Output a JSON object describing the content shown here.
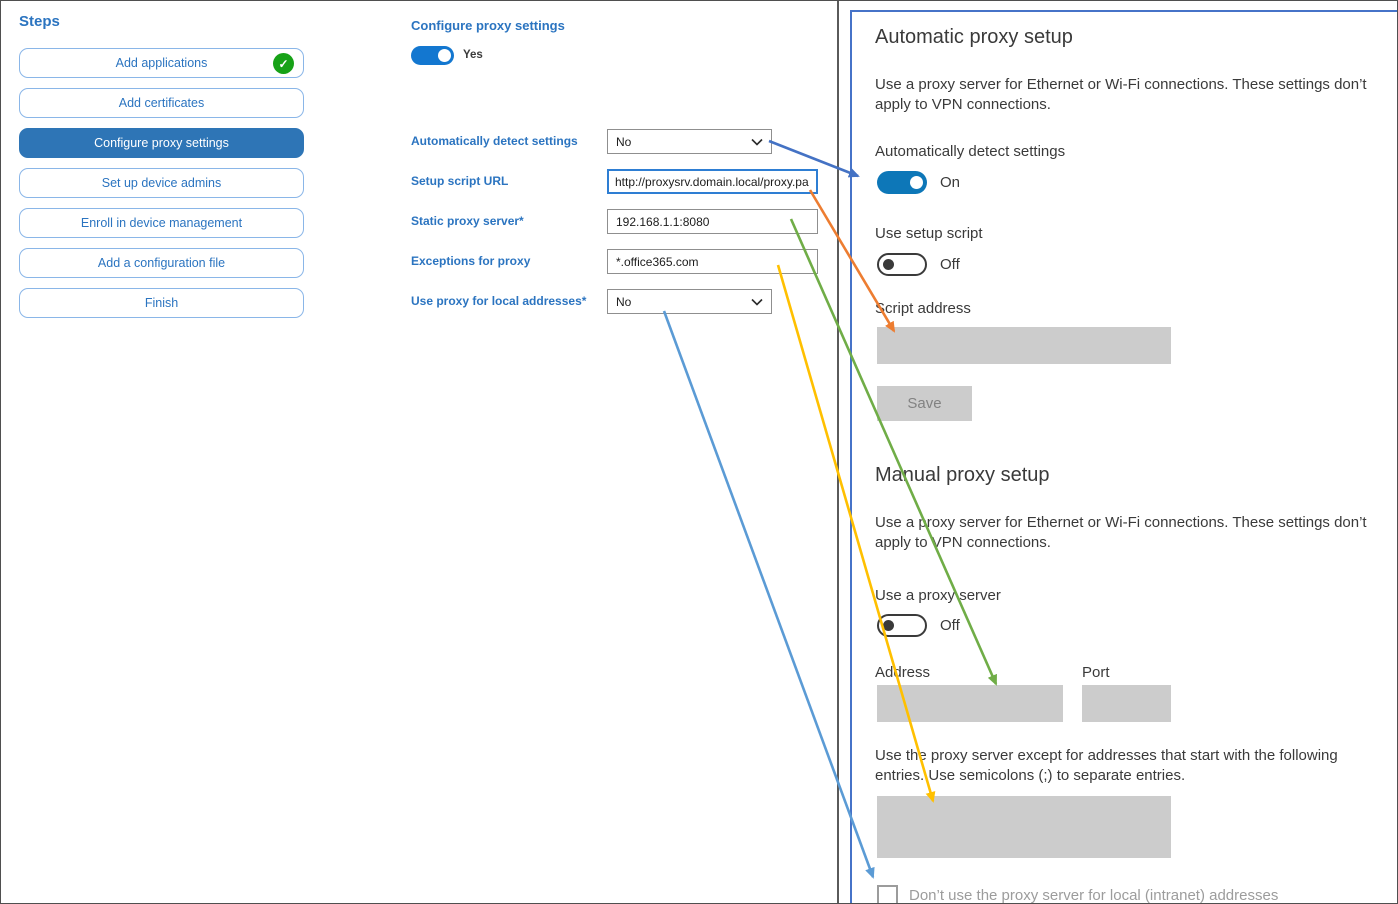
{
  "steps": {
    "title": "Steps",
    "items": [
      {
        "label": "Add applications",
        "completed": true,
        "selected": false
      },
      {
        "label": "Add certificates",
        "completed": false,
        "selected": false
      },
      {
        "label": "Configure proxy settings",
        "completed": false,
        "selected": true
      },
      {
        "label": "Set up device admins",
        "completed": false,
        "selected": false
      },
      {
        "label": "Enroll in device management",
        "completed": false,
        "selected": false
      },
      {
        "label": "Add a configuration file",
        "completed": false,
        "selected": false
      },
      {
        "label": "Finish",
        "completed": false,
        "selected": false
      }
    ]
  },
  "config_panel": {
    "title": "Configure proxy settings",
    "enable_toggle": {
      "state": "on",
      "label": "Yes"
    },
    "fields": [
      {
        "label": "Automatically detect settings",
        "type": "dropdown",
        "value": "No"
      },
      {
        "label": "Setup script URL",
        "type": "text",
        "value": "http://proxysrv.domain.local/proxy.pa",
        "focused": true
      },
      {
        "label": "Static proxy server*",
        "type": "text",
        "value": "192.168.1.1:8080"
      },
      {
        "label": "Exceptions for proxy",
        "type": "text",
        "value": "*.office365.com"
      },
      {
        "label": "Use proxy for local addresses*",
        "type": "dropdown",
        "value": "No"
      }
    ]
  },
  "settings_panel": {
    "automatic": {
      "heading": "Automatic proxy setup",
      "description": "Use a proxy server for Ethernet or Wi-Fi connections. These settings don’t apply to VPN connections.",
      "detect_label": "Automatically detect settings",
      "detect_state": "On",
      "script_toggle_label": "Use setup script",
      "script_state": "Off",
      "script_address_label": "Script address",
      "save_label": "Save"
    },
    "manual": {
      "heading": "Manual proxy setup",
      "description": "Use a proxy server for Ethernet or Wi-Fi connections. These settings don’t apply to VPN connections.",
      "proxy_toggle_label": "Use a proxy server",
      "proxy_state": "Off",
      "address_label": "Address",
      "port_label": "Port",
      "exceptions_text": "Use the proxy server except for addresses that start with the following entries. Use semicolons (;) to separate entries.",
      "local_checkbox_label": "Don’t use the proxy server for local (intranet) addresses",
      "local_checkbox_checked": false
    }
  },
  "arrows": [
    {
      "id": "detect",
      "color": "#4472c4",
      "maps": "Automatically detect settings -> detect toggle"
    },
    {
      "id": "script",
      "color": "#ed7d31",
      "maps": "Setup script URL -> Script address"
    },
    {
      "id": "static-proxy",
      "color": "#70ad47",
      "maps": "Static proxy server -> Address"
    },
    {
      "id": "exceptions",
      "color": "#ffc000",
      "maps": "Exceptions for proxy -> exceptions list"
    },
    {
      "id": "local-addresses",
      "color": "#5b9bd5",
      "maps": "Use proxy for local addresses -> intranet checkbox"
    }
  ],
  "colors": {
    "blue-text": "#2b74c0",
    "step-selected": "#2e75b6",
    "check-green": "#17a217",
    "toggle-on-mid": "#1377d0",
    "toggle-on-right": "#0d77b8",
    "gray-fill": "#cccccc",
    "panel-border": "#4673c8"
  }
}
